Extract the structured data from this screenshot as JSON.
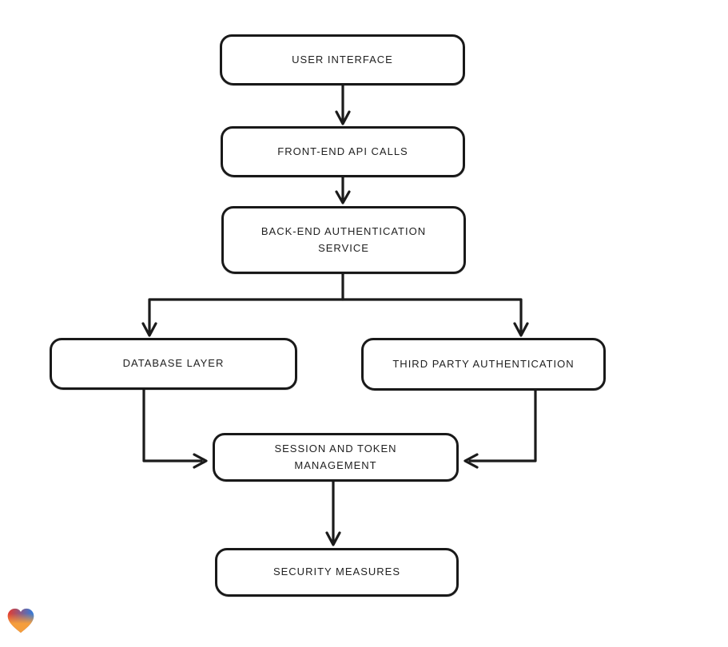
{
  "page": {
    "background_color": "#ffffff"
  },
  "diagram": {
    "type": "flowchart",
    "style": "hand-drawn",
    "stroke_color": "#1b1b1b",
    "node_fill_color": "#ffffff",
    "nodes": [
      {
        "id": "user-interface",
        "label": "USER INTERFACE"
      },
      {
        "id": "front-end-api-calls",
        "label": "FRONT-END API CALLS"
      },
      {
        "id": "back-end-authentication-service",
        "label": "BACK-END AUTHENTICATION SERVICE"
      },
      {
        "id": "database-layer",
        "label": "DATABASE LAYER"
      },
      {
        "id": "third-party-authentication",
        "label": "THIRD PARTY AUTHENTICATION"
      },
      {
        "id": "session-and-token-management",
        "label": "SESSION AND TOKEN MANAGEMENT"
      },
      {
        "id": "security-measures",
        "label": "SECURITY MEASURES"
      }
    ],
    "edges": [
      {
        "from": "user-interface",
        "to": "front-end-api-calls"
      },
      {
        "from": "front-end-api-calls",
        "to": "back-end-authentication-service"
      },
      {
        "from": "back-end-authentication-service",
        "to": "database-layer"
      },
      {
        "from": "back-end-authentication-service",
        "to": "third-party-authentication"
      },
      {
        "from": "database-layer",
        "to": "session-and-token-management"
      },
      {
        "from": "third-party-authentication",
        "to": "session-and-token-management"
      },
      {
        "from": "session-and-token-management",
        "to": "security-measures"
      }
    ]
  },
  "logo": {
    "name": "gradient-heart",
    "colors": {
      "top_left": "#e63a2e",
      "top_right": "#2e7de0",
      "bottom": "#f59e3c"
    }
  }
}
